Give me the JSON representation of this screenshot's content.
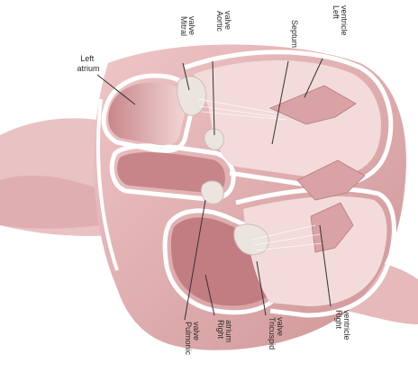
{
  "diagram": {
    "labels": {
      "left_atrium": [
        "Left",
        "atrium"
      ],
      "mitral_valve": [
        "Mitral",
        "valve"
      ],
      "aortic_valve": [
        "Aortic",
        "valve"
      ],
      "septum": [
        "Septum"
      ],
      "left_ventricle": [
        "Left",
        "ventricle"
      ],
      "pulmonic_valve": [
        "Pulmonic",
        "valve"
      ],
      "right_atrium": [
        "Right",
        "atrium"
      ],
      "tricuspid_valve": [
        "Tricuspid",
        "valve"
      ],
      "right_ventricle": [
        "Right",
        "ventricle"
      ]
    },
    "colors": {
      "tissue_dark": "#c98a8c",
      "tissue_mid": "#e3b3b5",
      "tissue_light": "#f3dcdc",
      "chamber_interior": "#f1cfd0",
      "valve_tissue": "#e9e2dc",
      "wall_outline": "#ffffff",
      "label_text": "#2a2a2a"
    }
  }
}
